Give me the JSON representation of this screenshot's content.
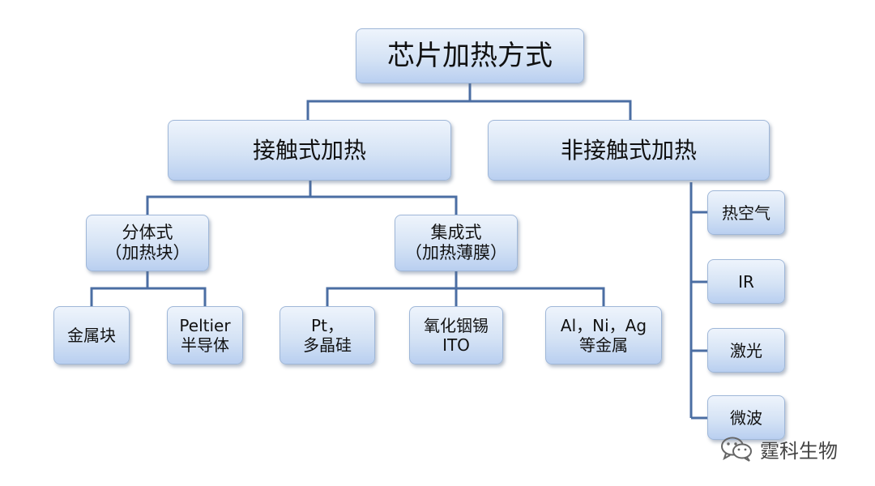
{
  "diagram": {
    "root": "芯片加热方式",
    "contact": "接触式加热",
    "non_contact": "非接触式加热",
    "separate": {
      "line1": "分体式",
      "line2": "（加热块）"
    },
    "integrated": {
      "line1": "集成式",
      "line2": "（加热薄膜）"
    },
    "metal_block": "金属块",
    "peltier": {
      "line1": "Peltier",
      "line2": "半导体"
    },
    "pt": {
      "line1": "Pt，",
      "line2": "多晶硅"
    },
    "ito": {
      "line1": "氧化铟锡",
      "line2": "ITO"
    },
    "metals": {
      "line1": "Al，Ni，Ag",
      "line2": "等金属"
    },
    "hot_air": "热空气",
    "ir": "IR",
    "laser": "激光",
    "microwave": "微波"
  },
  "watermark": {
    "text": "霆科生物",
    "icon": "wechat-icon"
  },
  "colors": {
    "connector": "#4b6ea3",
    "box_border": "#9fb7d8",
    "box_top": "#eef4fc",
    "box_bottom": "#b9cff0"
  }
}
